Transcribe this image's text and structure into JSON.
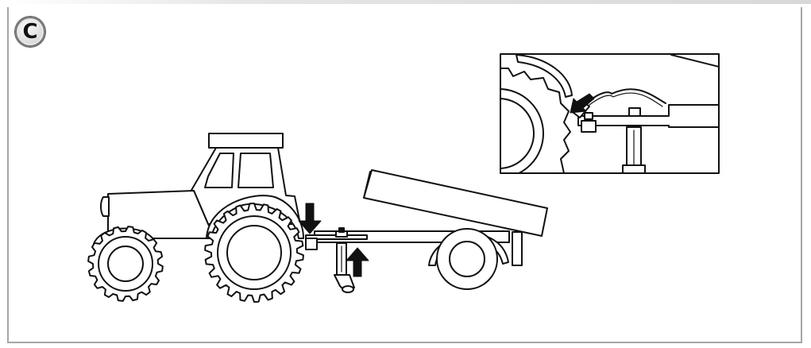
{
  "figure": {
    "panel_label": "C"
  },
  "drawing": {
    "inset_detail": "hitch-detail-view",
    "arrows": [
      "down-arrow",
      "up-arrow",
      "inset-arrow"
    ]
  }
}
